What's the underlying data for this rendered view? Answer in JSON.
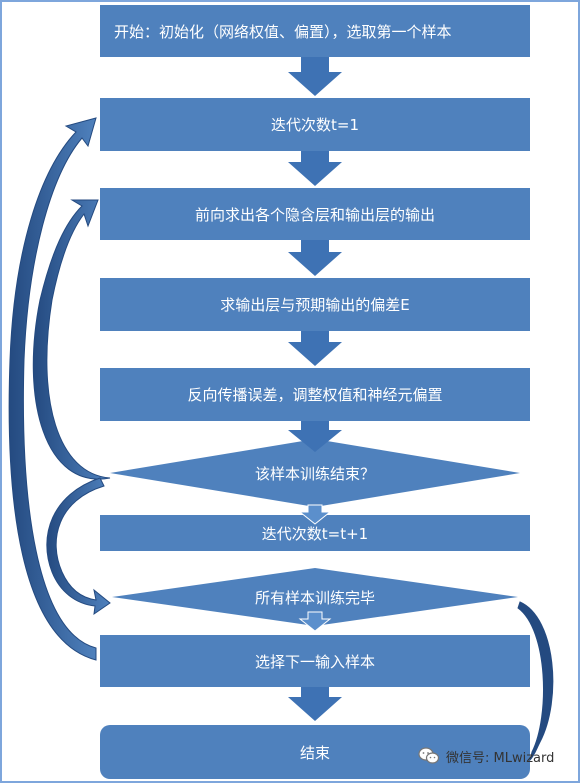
{
  "colors": {
    "box_fill": "#4f81bd",
    "box_border": "#3d6ea8",
    "arrow_fill": "#3e72b4",
    "outline": "#7ea6dc"
  },
  "steps": {
    "init": "开始：初始化（网络权值、偏置），选取第一个样本",
    "iter_start": "迭代次数t=1",
    "forward": "前向求出各个隐含层和输出层的输出",
    "error": "求输出层与预期输出的偏差E",
    "backprop": "反向传播误差，调整权值和神经元偏置",
    "sample_done": "该样本训练结束？",
    "iter_inc": "迭代次数t=t+1",
    "all_done": "所有样本训练完毕",
    "next_sample": "选择下一输入样本",
    "end": "结束"
  },
  "watermark": {
    "icon": "wechat-icon",
    "text": "微信号: MLwizard"
  }
}
